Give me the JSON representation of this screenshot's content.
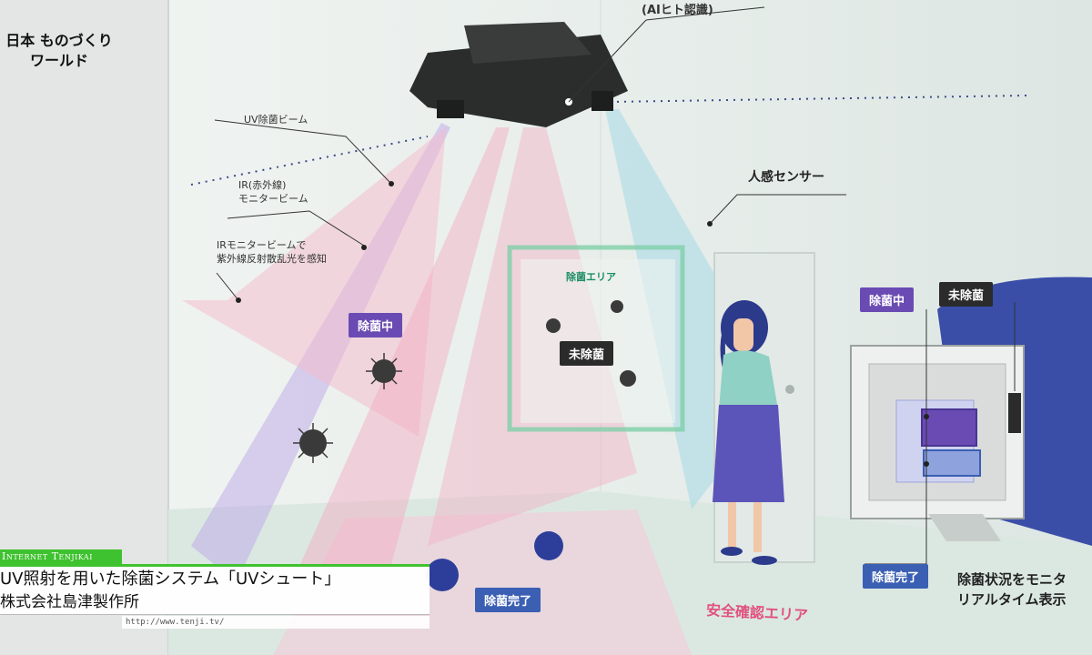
{
  "logo": {
    "line1": "日本 ものづくり",
    "line2": "ワールド"
  },
  "diagram": {
    "top_callout": "(AIヒト認識)",
    "uv_beam": "UV除菌ビーム",
    "ir_beam_line1": "IR(赤外線)",
    "ir_beam_line2": "モニタービーム",
    "ir_detect_line1": "IRモニタービームで",
    "ir_detect_line2": "紫外線反射散乱光を感知",
    "human_sensor": "人感センサー",
    "zone_label": "除菌エリア",
    "tag_in_progress": "除菌中",
    "tag_not_done": "未除菌",
    "tag_done": "除菌完了",
    "safe_area": "安全確認エリア",
    "right_tag_in_progress": "除菌中",
    "right_tag_not_done": "未除菌",
    "right_tag_done": "除菌完了",
    "monitor_line1": "除菌状況をモニタ",
    "monitor_line2": "リアルタイム表示"
  },
  "overlay": {
    "channel": "Internet Tenjikai",
    "title": "UV照射を用いた除菌システム「UVシュート」",
    "company": "株式会社島津製作所",
    "url": "http://www.tenji.tv/"
  },
  "colors": {
    "accent_green": "#3fc22f",
    "tag_purple": "#6a4bb3",
    "tag_dark": "#2b2b2b",
    "tag_blue": "#3b5fb3"
  }
}
